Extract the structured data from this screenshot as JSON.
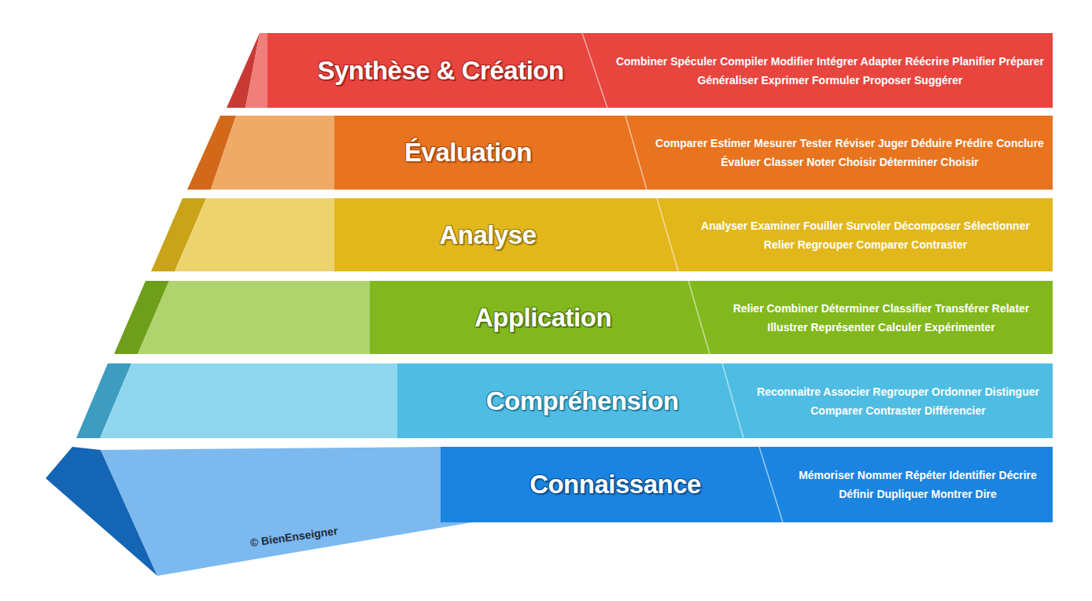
{
  "diagram": {
    "nodes": [
      {
        "text": [
          "Synthèse & Création",
          "Combiner Spéculer Compiler Modifier Intégrer Adapter Réécrire Planifier Préparer Généraliser Exprimer Formuler Proposer Suggérer"
        ]
      },
      {
        "text": [
          "Évaluation",
          "Comparer Estimer Mesurer Tester Réviser Juger Déduire Prédire Conclure Évaluer Classer Noter Choisir Déterminer Choisir"
        ]
      },
      {
        "text": [
          "Analyse",
          "Analyser Examiner Fouiller Survoler Décomposer Sélectionner Relier Regrouper Comparer Contraster"
        ]
      },
      {
        "text": [
          "Application",
          "Relier Combiner Déterminer Classifier Transférer Relater Illustrer Représenter Calculer Expérimenter"
        ]
      },
      {
        "text": [
          "Compréhension",
          "Reconnaitre Associer Regrouper Ordonner Distinguer Comparer Contraster Différencier"
        ]
      },
      {
        "text": [
          "Connaissance",
          "Mémoriser Nommer Répéter Identifier Décrire Définir Dupliquer Montrer Dire"
        ]
      }
    ],
    "labels": [
      "© BienEnseigner"
    ]
  }
}
